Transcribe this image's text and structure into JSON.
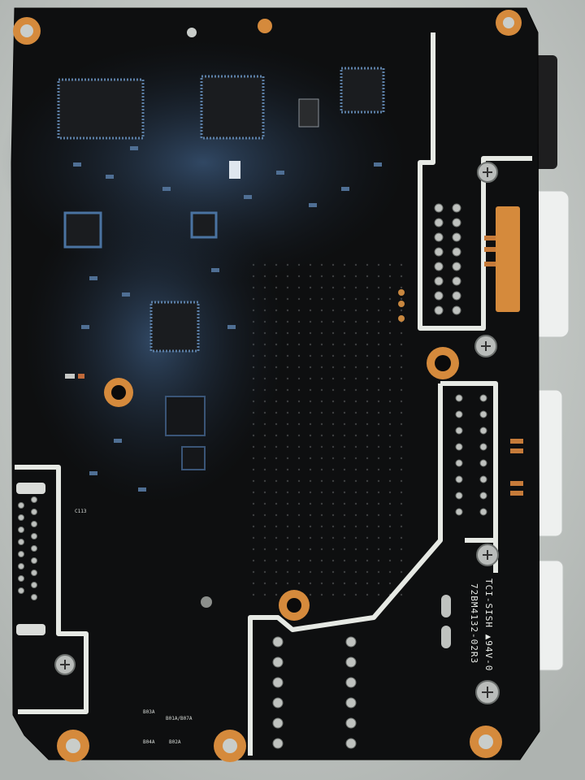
{
  "board": {
    "silkscreen_code": "TCI-SISH ▲94V-0",
    "silkscreen_part": "72BM4132-02R3",
    "ref_c113": "C113",
    "ref_a": "B03A",
    "ref_b": "B01A/B07A",
    "ref_c": "B04A",
    "ref_d": "B02A"
  },
  "colors": {
    "board": "#0e0f10",
    "silk": "#e6e9e4",
    "pad": "#d58a3c",
    "conformal": "#3a5f8c",
    "background": "#c9cdca"
  }
}
